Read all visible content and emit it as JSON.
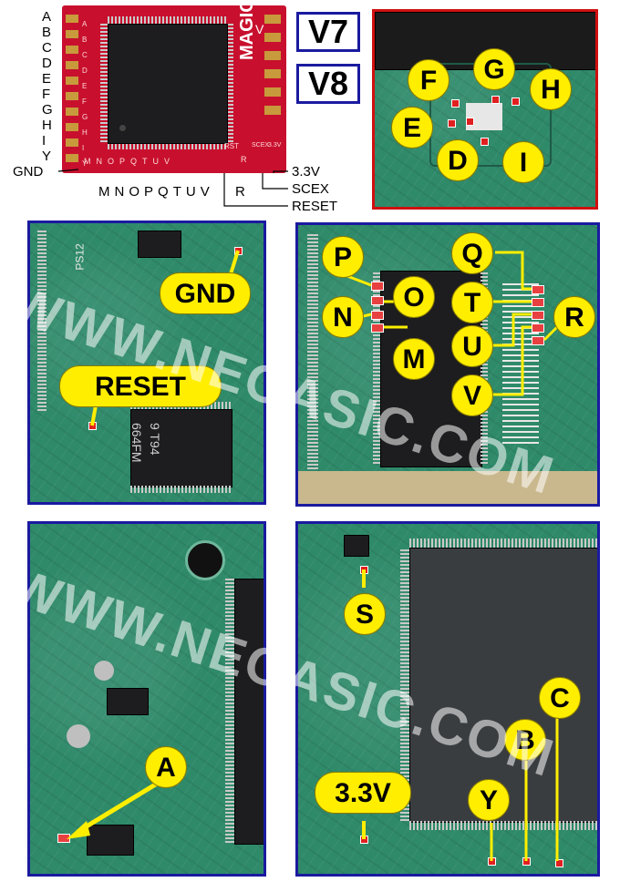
{
  "modchip": {
    "brand": "MAGIC",
    "left_letters": [
      "A",
      "B",
      "C",
      "D",
      "E",
      "F",
      "G",
      "H",
      "I",
      "Y"
    ],
    "gnd": "GND",
    "bottom_letters": [
      "M",
      "N",
      "O",
      "P",
      "Q",
      "T",
      "U",
      "V"
    ],
    "r_label": "R",
    "right_labels": [
      "3.3V",
      "SCEX",
      "RESET"
    ],
    "board_letters": [
      "A",
      "B",
      "C",
      "D",
      "E",
      "F",
      "G",
      "H",
      "I",
      "Y"
    ],
    "board_bottom": [
      "M",
      "N",
      "O",
      "P",
      "Q",
      "T",
      "U",
      "V"
    ],
    "board_rst": "RST",
    "board_r": "R",
    "board_scex": "SCEX",
    "board_33": "3.3V"
  },
  "versions": [
    "V7",
    "V8"
  ],
  "watermark": "WWW.NEOASIC.COM",
  "panels": {
    "panel1": {
      "labels": [
        "F",
        "G",
        "H",
        "E",
        "D",
        "I"
      ]
    },
    "panel2": {
      "labels": [
        "GND",
        "RESET"
      ],
      "silk": [
        "PS12",
        "664FM",
        "9 T94"
      ]
    },
    "panel3": {
      "labels": [
        "P",
        "O",
        "N",
        "M",
        "Q",
        "T",
        "U",
        "V",
        "R"
      ]
    },
    "panel4": {
      "labels": [
        "A"
      ]
    },
    "panel5": {
      "labels": [
        "S",
        "C",
        "B",
        "3.3V",
        "Y"
      ]
    }
  }
}
